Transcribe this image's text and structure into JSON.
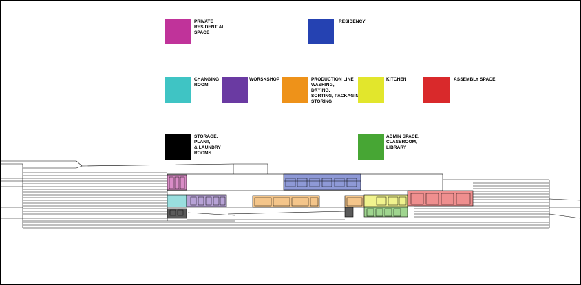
{
  "legend": [
    {
      "key": "private_residential",
      "label": "PRIVATE\nRESIDENTIAL\nSPACE",
      "color": "#c0339a"
    },
    {
      "key": "residency",
      "label": "RESIDENCY",
      "color": "#2542b2"
    },
    {
      "key": "changing_room",
      "label": "CHANGING\nROOM",
      "color": "#3fc4c4"
    },
    {
      "key": "workshop",
      "label": "WORSKSHOP",
      "color": "#6a3aa2"
    },
    {
      "key": "production_line",
      "label": "PRODUCTION LINE\nWASHING,\nDRYING,\nSORTING, PACKAGING,\nSTORING",
      "color": "#ee9219"
    },
    {
      "key": "kitchen",
      "label": "KITCHEN",
      "color": "#e2e62c"
    },
    {
      "key": "assembly",
      "label": "ASSEMBLY SPACE",
      "color": "#d9292b"
    },
    {
      "key": "storage",
      "label": "STORAGE,\nPLANT,\n& LAUNDRY\nROOMS",
      "color": "#000000"
    },
    {
      "key": "admin",
      "label": "ADMIN SPACE,\nCLASSROOM,\nLIBRARY",
      "color": "#47a634"
    }
  ],
  "elevation": {
    "line_color": "#000000",
    "fill_colors": {
      "private_residential": "#d98cc6",
      "residency": "#8e99d6",
      "changing_room": "#99dede",
      "workshop": "#b7a2d6",
      "production_line": "#f4c58a",
      "kitchen": "#f0f38e",
      "assembly": "#ef8f8f",
      "storage": "#5a5a5a",
      "admin": "#9fd58f"
    }
  }
}
